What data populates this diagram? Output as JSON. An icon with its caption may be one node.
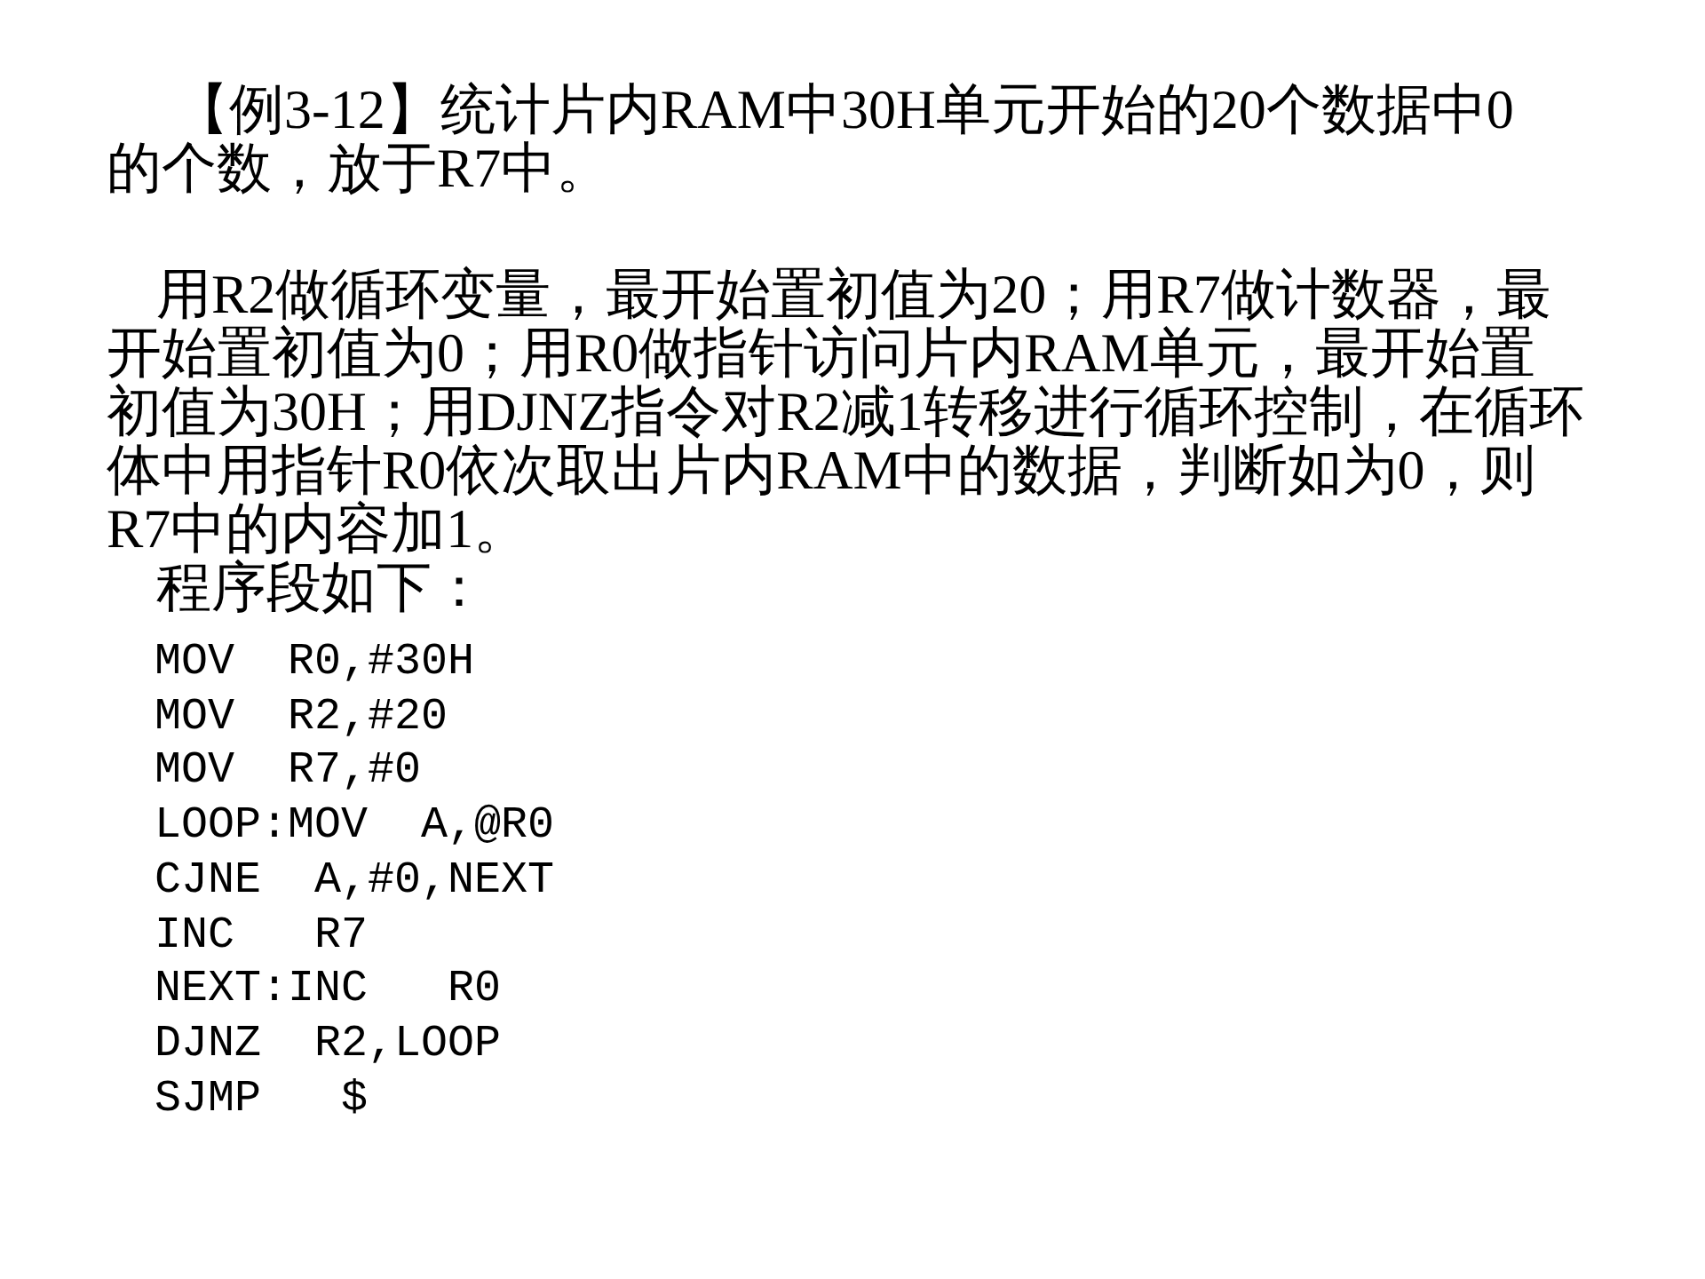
{
  "diagram": {
    "title": "【例3-12】统计片内RAM中30H单元开始的20个数据中0的个数，放于R7中。",
    "labels": [
      "用R2做循环变量，最开始置初值为20；用R7做计数器，最开始置初值为0；用R0做指针访问片内RAM单元，最开始置初值为30H；用DJNZ指令对R2减1转移进行循环控制，在循环体中用指针R0依次取出片内RAM中的数据，判断如为0，则R7中的内容加1。",
      "程序段如下：",
      "MOV  R0,#30H",
      "MOV  R2,#20",
      "MOV  R7,#0",
      "LOOP:MOV  A,@R0",
      "CJNE  A,#0,NEXT",
      "INC   R7",
      "NEXT:INC   R0",
      "DJNZ  R2,LOOP",
      "SJMP   $"
    ]
  }
}
